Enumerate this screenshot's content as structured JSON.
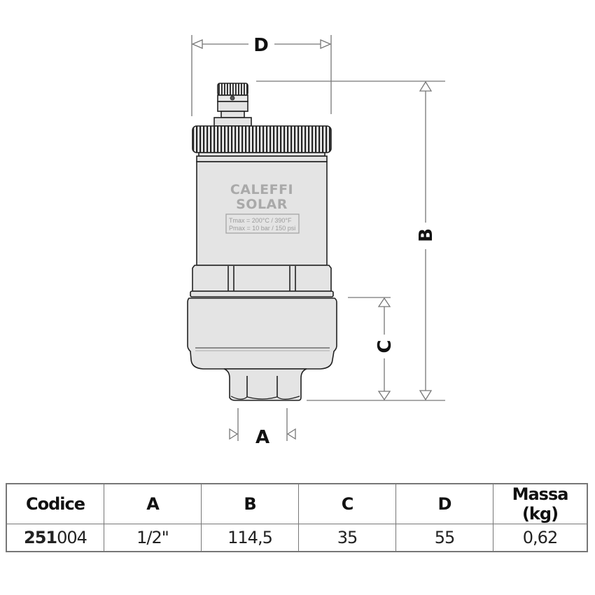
{
  "diagram": {
    "product_brand_line1": "CALEFFI",
    "product_brand_line2": "SOLAR",
    "spec_line1": "Tmax = 200°C / 390°F",
    "spec_line2": "Pmax = 10 bar / 150 psi",
    "dimension_labels": {
      "A": "A",
      "B": "B",
      "C": "C",
      "D": "D"
    },
    "colors": {
      "body_fill": "#e4e4e4",
      "outline": "#222222",
      "dimension_line": "#777777"
    }
  },
  "table": {
    "headers": [
      "Codice",
      "A",
      "B",
      "C",
      "D",
      "Massa (kg)"
    ],
    "rows": [
      {
        "code_prefix": "251",
        "code_suffix": "004",
        "A": "1/2\"",
        "B": "114,5",
        "C": "35",
        "D": "55",
        "massa": "0,62"
      }
    ]
  }
}
